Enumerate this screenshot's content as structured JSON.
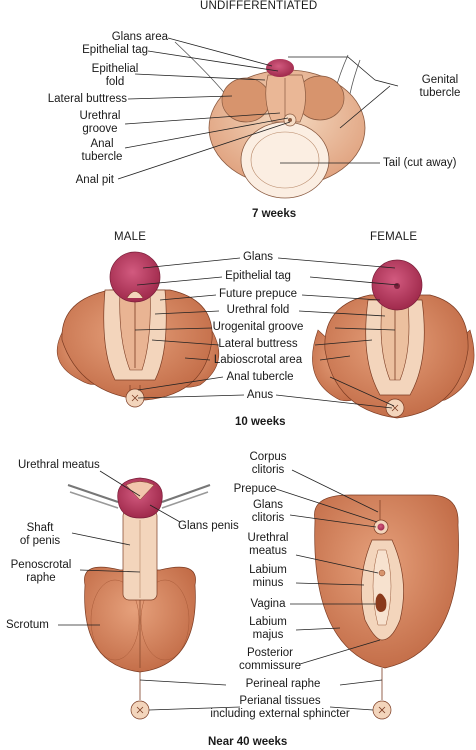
{
  "headers": {
    "undiff": "UNDIFFERENTIATED",
    "male": "MALE",
    "female": "FEMALE"
  },
  "captions": {
    "week7": "7 weeks",
    "week10": "10 weeks",
    "week40": "Near 40 weeks"
  },
  "panel1": {
    "glans_area": "Glans area",
    "epithelial_tag": "Epithelial tag",
    "epithelial_fold": "Epithelial\nfold",
    "lateral_buttress": "Lateral buttress",
    "urethral_groove": "Urethral\ngroove",
    "anal_tubercle": "Anal\ntubercle",
    "anal_pit": "Anal pit",
    "genital_tubercle": "Genital\ntubercle",
    "tail": "Tail (cut away)"
  },
  "panel2": {
    "glans": "Glans",
    "epithelial_tag": "Epithelial tag",
    "future_prepuce": "Future prepuce",
    "urethral_fold": "Urethral fold",
    "urogenital_groove": "Urogenital groove",
    "lateral_buttress": "Lateral buttress",
    "labioscrotal": "Labioscrotal area",
    "anal_tubercle": "Anal tubercle",
    "anus": "Anus"
  },
  "panel3": {
    "urethral_meatus": "Urethral meatus",
    "glans_penis": "Glans penis",
    "shaft": "Shaft\nof penis",
    "penoscrotal": "Penoscrotal\nraphe",
    "scrotum": "Scrotum",
    "corpus_clitoris": "Corpus\nclitoris",
    "prepuce": "Prepuce",
    "glans_clitoris": "Glans\nclitoris",
    "urethral_meatus_f": "Urethral\nmeatus",
    "labium_minus": "Labium\nminus",
    "vagina": "Vagina",
    "labium_majus": "Labium\nmajus",
    "posterior_commissure": "Posterior\ncommissure",
    "perineal_raphe": "Perineal raphe",
    "perianal": "Perianal tissues\nincluding external sphincter"
  },
  "colors": {
    "skin": "#d98a66",
    "skin_light": "#f0d0b4",
    "skin_dark": "#b9613e",
    "glans": "#b0365a",
    "leader": "#222222"
  }
}
